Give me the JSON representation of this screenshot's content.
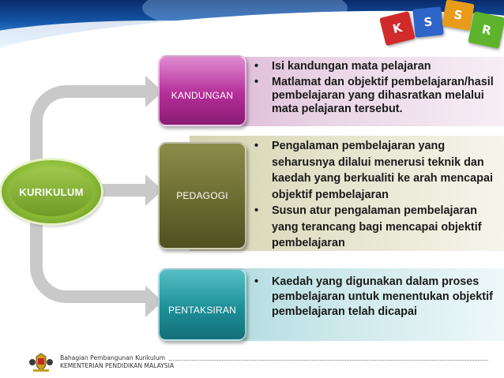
{
  "diagram": {
    "center_node": {
      "label": "KURIKULUM"
    },
    "branches": [
      {
        "label": "KANDUNGAN",
        "color": "#b42d98",
        "bullets": [
          "Isi kandungan mata pelajaran",
          "Matlamat dan objektif pembelajaran/hasil pembelajaran yang dihasratkan melalui mata pelajaran tersebut."
        ]
      },
      {
        "label": "PEDAGOGI",
        "color": "#6a6b30",
        "bullets": [
          "Pengalaman pembelajaran yang seharusnya dilalui menerusi teknik dan kaedah yang berkualiti ke arah mencapai objektif pembelajaran",
          "Susun atur pengalaman pembelajaran yang terancang bagi mencapai objektif pembelajaran"
        ]
      },
      {
        "label": "PENTAKSIRAN",
        "color": "#1e8f98",
        "bullets": [
          "Kaedah yang digunakan dalam proses pembelajaran untuk menentukan objektif pembelajaran telah dicapai"
        ]
      }
    ]
  },
  "header": {
    "cube_letters": [
      "K",
      "S",
      "S",
      "R"
    ],
    "cube_colors": [
      "#d12a2a",
      "#2f64c8",
      "#e89b18",
      "#5db42c"
    ]
  },
  "footer": {
    "line1": "Bahagian Pembangunan Kurikulum",
    "line2": "KEMENTERIAN PENDIDIKAN MALAYSIA"
  },
  "bullet_symbol": "•"
}
